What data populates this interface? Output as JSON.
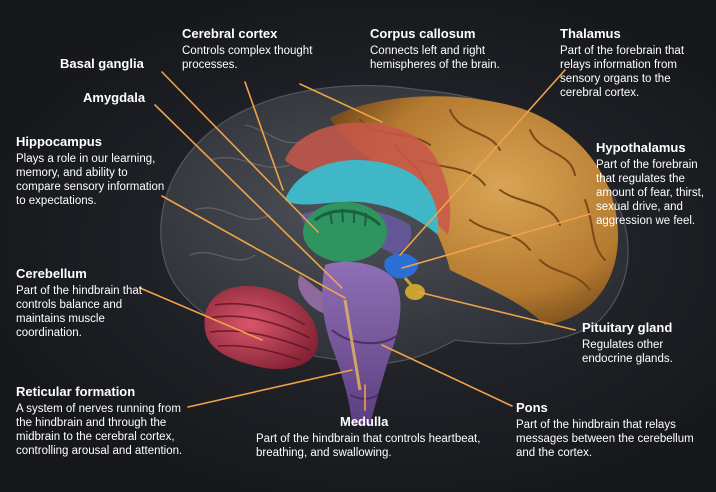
{
  "colors": {
    "background": "#1b1d22",
    "leader_line": "#f0a24a",
    "text": "#ffffff",
    "cortex": "#c98f3d",
    "cerebellum": "#b8354a",
    "corpus_callosum": "#35b8c8",
    "thalamus": "#2e8f5a",
    "brainstem": "#7a5aa0"
  },
  "labels": {
    "cerebral_cortex": {
      "title": "Cerebral cortex",
      "desc": "Controls complex thought processes."
    },
    "corpus_callosum": {
      "title": "Corpus callosum",
      "desc": "Connects left and right hemispheres of the brain."
    },
    "thalamus": {
      "title": "Thalamus",
      "desc": "Part of the forebrain that relays information from sensory organs to the cerebral cortex."
    },
    "basal_ganglia": {
      "title": "Basal ganglia"
    },
    "amygdala": {
      "title": "Amygdala"
    },
    "hippocampus": {
      "title": "Hippocampus",
      "desc": "Plays a role in our learning, memory, and ability to compare sensory information to expectations."
    },
    "hypothalamus": {
      "title": "Hypothalamus",
      "desc": "Part of the forebrain that regulates the amount of fear, thirst, sexual drive, and aggression we feel."
    },
    "cerebellum": {
      "title": "Cerebellum",
      "desc": "Part of the hindbrain that controls balance and maintains muscle coordination."
    },
    "pituitary_gland": {
      "title": "Pituitary gland",
      "desc": "Regulates other endocrine glands."
    },
    "reticular_formation": {
      "title": "Reticular formation",
      "desc": "A system of nerves running from the hindbrain and through the midbrain to the cerebral cortex, controlling arousal and attention."
    },
    "medulla": {
      "title": "Medulla",
      "desc": "Part of the hindbrain that controls heartbeat, breathing, and swallowing."
    },
    "pons": {
      "title": "Pons",
      "desc": "Part of the hindbrain that relays messages between the cerebellum and the cortex."
    }
  }
}
